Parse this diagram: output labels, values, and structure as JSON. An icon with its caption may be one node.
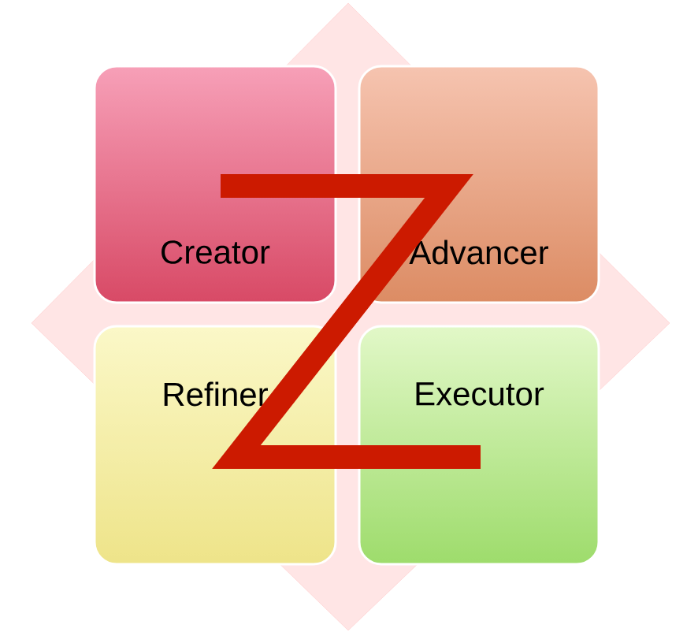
{
  "diagram": {
    "nodes": [
      {
        "text": [
          "Creator"
        ]
      },
      {
        "text": [
          "Advancer"
        ]
      },
      {
        "text": [
          "Refiner"
        ]
      },
      {
        "text": [
          "Executor"
        ]
      }
    ]
  }
}
